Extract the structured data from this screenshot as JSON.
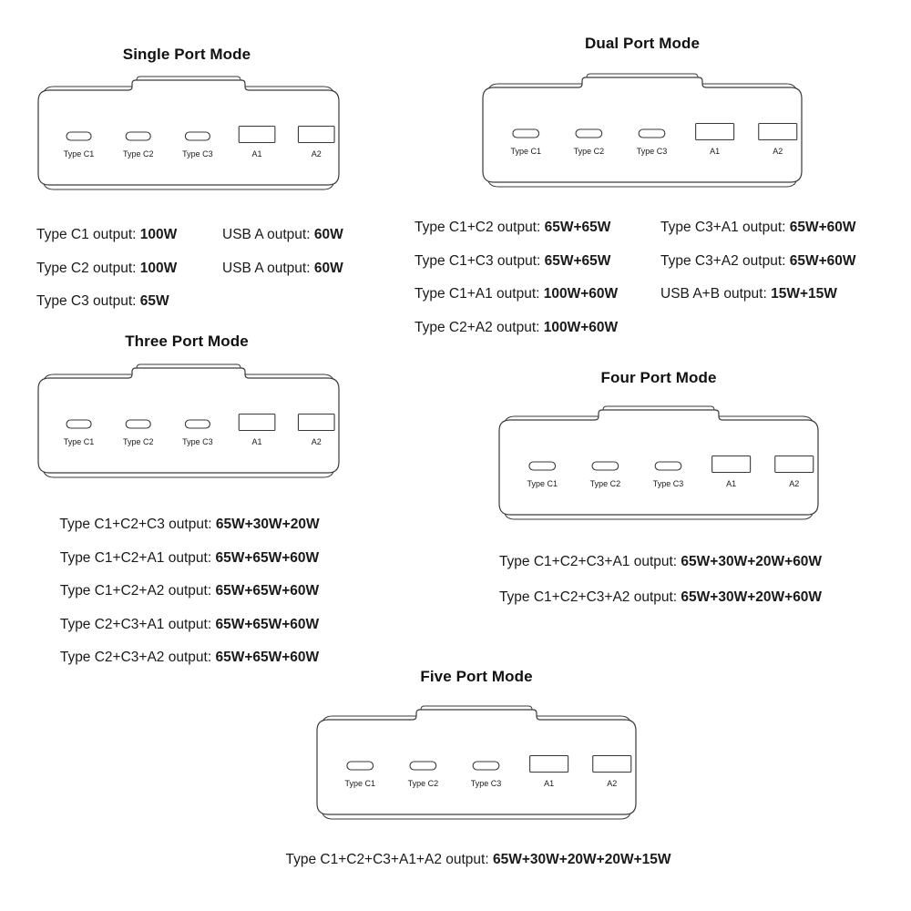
{
  "device": {
    "port_labels": [
      "Type C1",
      "Type C2",
      "Type C3",
      "A1",
      "A2"
    ],
    "port_types": [
      "usb-c",
      "usb-c",
      "usb-c",
      "usb-a",
      "usb-a"
    ],
    "stroke_color": "#3a3a3a",
    "fill_color": "#ffffff"
  },
  "sections": {
    "single": {
      "title": "Single Port Mode",
      "col1": [
        {
          "label": "Type C1 output: ",
          "value": "100W"
        },
        {
          "label": "Type C2 output: ",
          "value": "100W"
        },
        {
          "label": "Type C3 output: ",
          "value": "65W"
        }
      ],
      "col2": [
        {
          "label": "USB A output: ",
          "value": "60W"
        },
        {
          "label": "USB A output: ",
          "value": "60W"
        }
      ]
    },
    "dual": {
      "title": "Dual Port Mode",
      "col1": [
        {
          "label": "Type C1+C2 output: ",
          "value": "65W+65W"
        },
        {
          "label": "Type C1+C3 output: ",
          "value": "65W+65W"
        },
        {
          "label": "Type C1+A1 output: ",
          "value": "100W+60W"
        },
        {
          "label": "Type C2+A2 output: ",
          "value": "100W+60W"
        }
      ],
      "col2": [
        {
          "label": "Type C3+A1 output: ",
          "value": "65W+60W"
        },
        {
          "label": "Type C3+A2 output: ",
          "value": "65W+60W"
        },
        {
          "label": "USB A+B output: ",
          "value": "15W+15W"
        }
      ]
    },
    "three": {
      "title": "Three Port Mode",
      "col1": [
        {
          "label": "Type C1+C2+C3 output: ",
          "value": "65W+30W+20W"
        },
        {
          "label": "Type C1+C2+A1 output: ",
          "value": "65W+65W+60W"
        },
        {
          "label": "Type C1+C2+A2 output: ",
          "value": "65W+65W+60W"
        },
        {
          "label": "Type C2+C3+A1 output: ",
          "value": "65W+65W+60W"
        },
        {
          "label": "Type C2+C3+A2 output: ",
          "value": "65W+65W+60W"
        }
      ]
    },
    "four": {
      "title": "Four Port Mode",
      "col1": [
        {
          "label": "Type C1+C2+C3+A1 output: ",
          "value": "65W+30W+20W+60W"
        },
        {
          "label": "Type C1+C2+C3+A2 output: ",
          "value": "65W+30W+20W+60W"
        }
      ]
    },
    "five": {
      "title": "Five Port Mode",
      "col1": [
        {
          "label": "Type C1+C2+C3+A1+A2 output: ",
          "value": "65W+30W+20W+20W+15W"
        }
      ]
    }
  }
}
